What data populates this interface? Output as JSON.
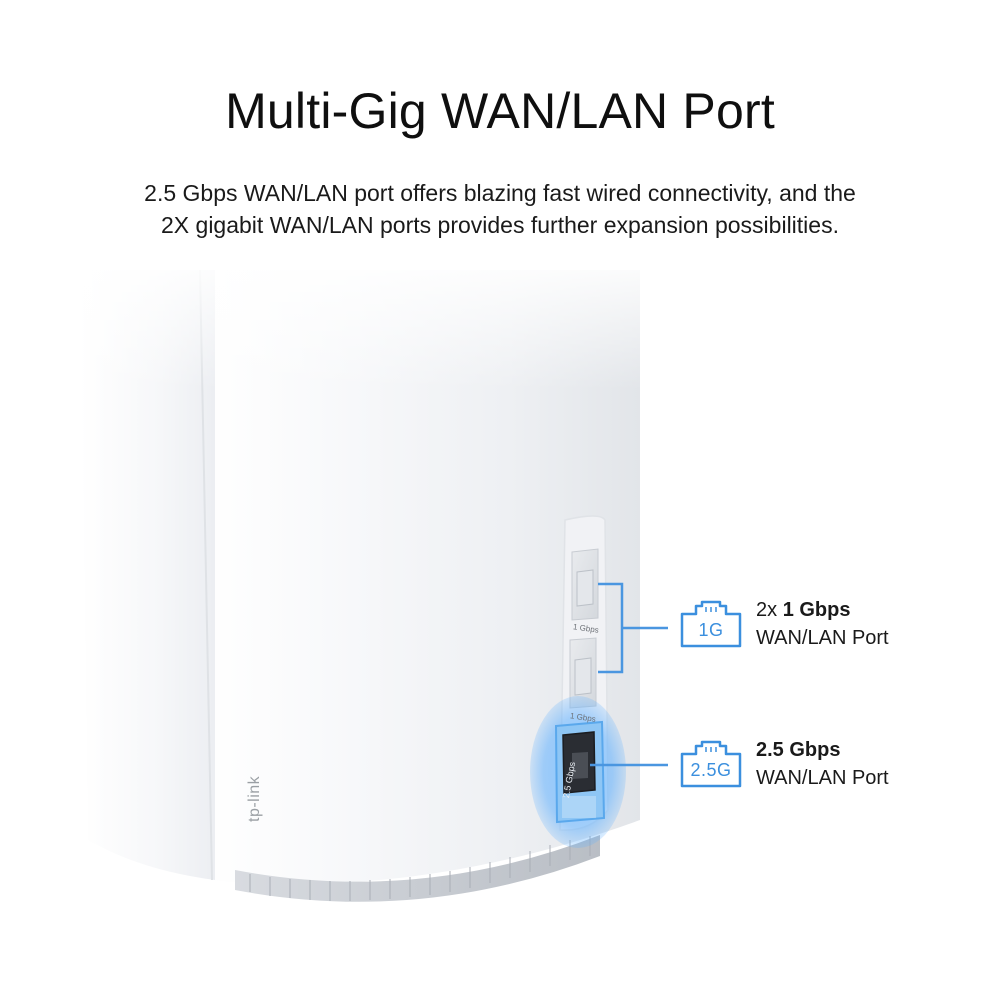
{
  "headline": "Multi-Gig WAN/LAN Port",
  "description": {
    "line1": "2.5 Gbps WAN/LAN port offers blazing fast wired connectivity, and the",
    "line2": "2X gigabit WAN/LAN ports provides further expansion possibilities."
  },
  "device": {
    "brand": "tp-link",
    "ports": [
      {
        "label": "1 Gbps"
      },
      {
        "label": "1 Gbps"
      },
      {
        "label": "2.5 Gbps"
      }
    ]
  },
  "callouts": [
    {
      "icon": "ethernet-port-icon",
      "badge": "1G",
      "prefix": "2x ",
      "speed": "1 Gbps",
      "type": "WAN/LAN Port"
    },
    {
      "icon": "ethernet-port-icon",
      "badge": "2.5G",
      "prefix": "",
      "speed": "2.5 Gbps",
      "type": "WAN/LAN Port"
    }
  ],
  "colors": {
    "accent": "#3b8fde",
    "glow": "#6fb8ff",
    "device_white": "#f4f5f7",
    "text": "#111111"
  }
}
